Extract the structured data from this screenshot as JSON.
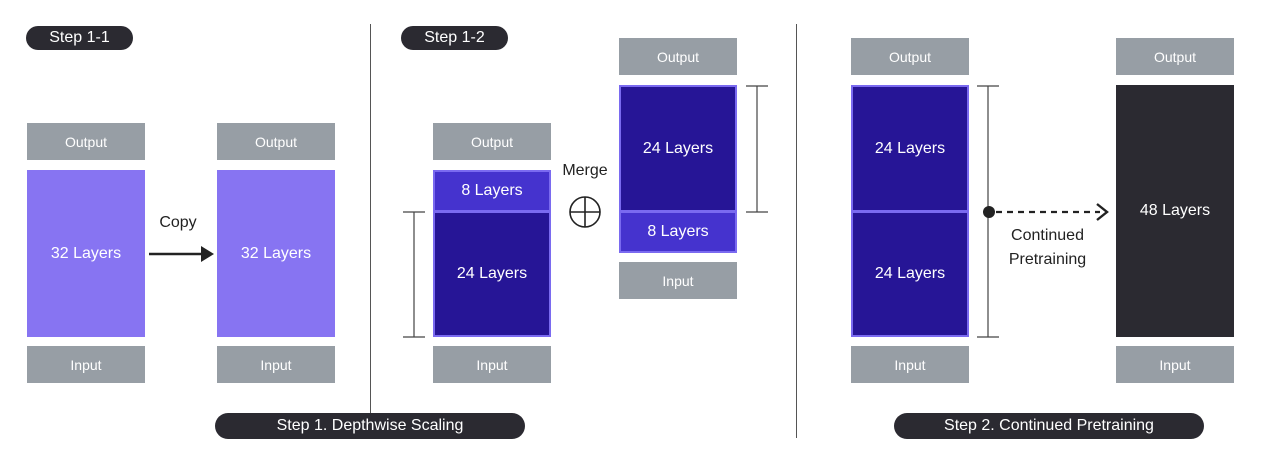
{
  "steps": {
    "step_1_1": "Step 1-1",
    "step_1_2": "Step 1-2",
    "step_1": "Step 1.  Depthwise Scaling",
    "step_2": "Step 2. Continued Pretraining"
  },
  "common": {
    "output": "Output",
    "input": "Input"
  },
  "blocks": {
    "layers_32": "32 Layers",
    "layers_24": "24 Layers",
    "layers_8": "8 Layers",
    "layers_48": "48 Layers"
  },
  "annotations": {
    "copy": "Copy",
    "merge": "Merge",
    "continued_pretraining": "Continued\nPretraining"
  },
  "colors": {
    "light_block": "#8774f2",
    "dark_block": "#261596",
    "mid_block": "#4533ce",
    "final_block": "#2b2a31",
    "io_block": "#979ea5"
  }
}
